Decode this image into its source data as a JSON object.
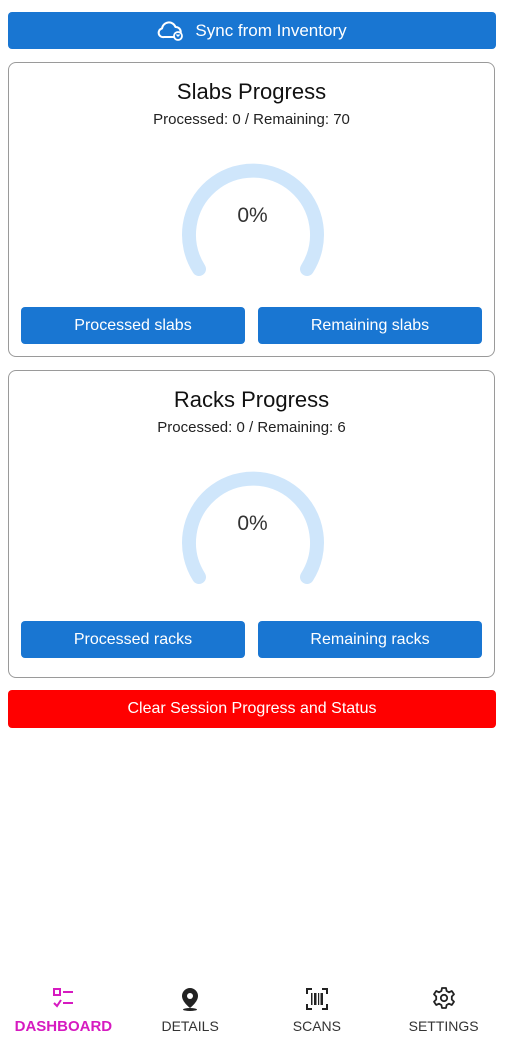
{
  "sync": {
    "label": "Sync from Inventory"
  },
  "slabs": {
    "title": "Slabs Progress",
    "subtitle": "Processed: 0 / Remaining: 70",
    "percent_text": "0%",
    "progress": 0,
    "btn_processed": "Processed slabs",
    "btn_remaining": "Remaining slabs"
  },
  "racks": {
    "title": "Racks Progress",
    "subtitle": "Processed: 0 / Remaining: 6",
    "percent_text": "0%",
    "progress": 0,
    "btn_processed": "Processed racks",
    "btn_remaining": "Remaining racks"
  },
  "clear": {
    "label": "Clear Session Progress and Status"
  },
  "nav": {
    "items": [
      {
        "label": "DASHBOARD",
        "icon": "checklist-icon",
        "active": true
      },
      {
        "label": "DETAILS",
        "icon": "location-pin-icon",
        "active": false
      },
      {
        "label": "SCANS",
        "icon": "barcode-scan-icon",
        "active": false
      },
      {
        "label": "SETTINGS",
        "icon": "gear-icon",
        "active": false
      }
    ]
  },
  "colors": {
    "primary": "#1976d2",
    "danger": "#ff0000",
    "gauge_track": "#cfe6fb",
    "nav_active": "#d61ac0"
  }
}
